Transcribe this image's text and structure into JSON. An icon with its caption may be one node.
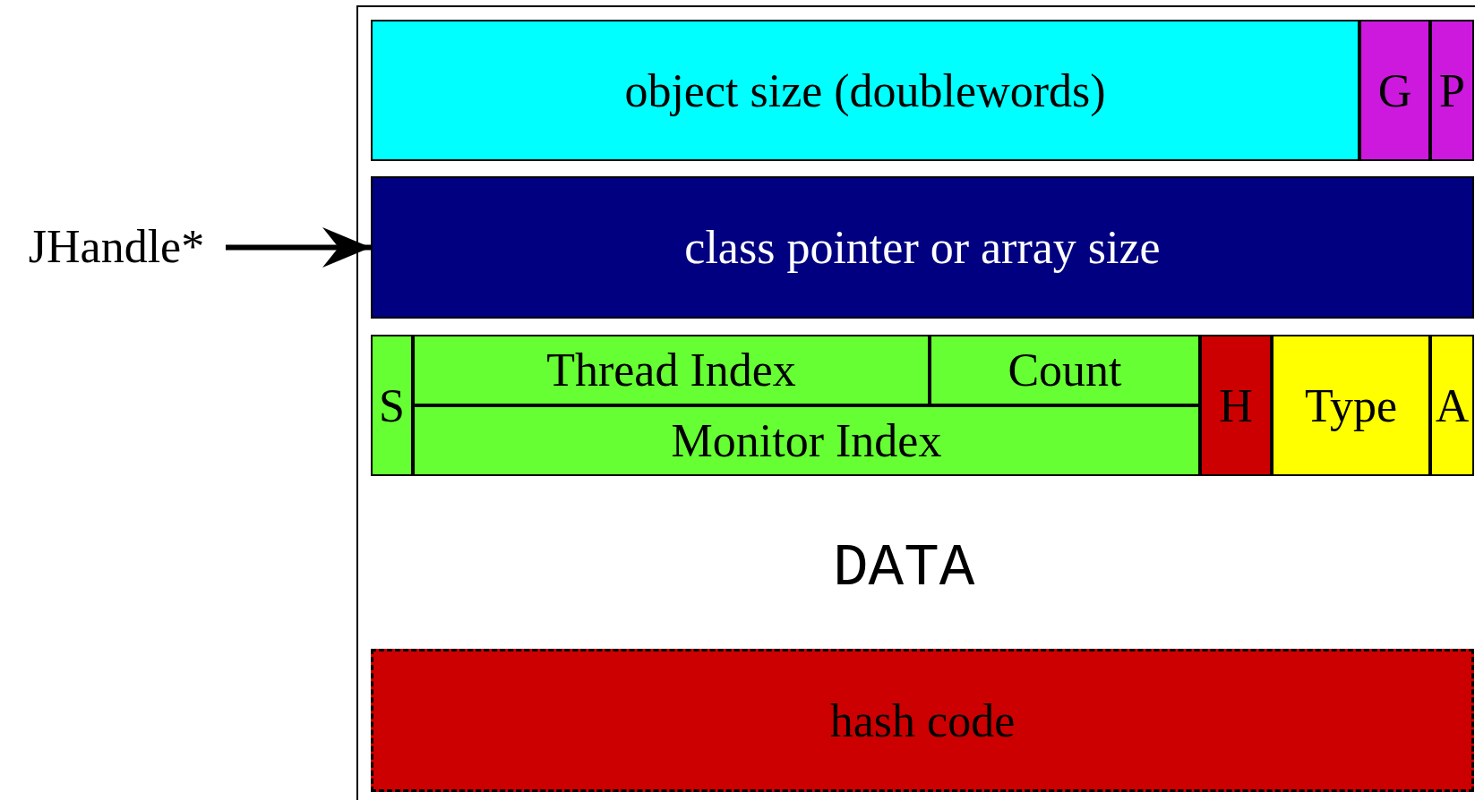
{
  "diagram": {
    "nodes": [
      {
        "text": [],
        "shape": "box"
      },
      {
        "text": [
          "object size (doublewords)"
        ],
        "in": 0
      },
      {
        "text": [
          "G"
        ],
        "in": 0
      },
      {
        "text": [
          "P"
        ],
        "in": 0
      },
      {
        "text": [
          "class pointer or array size"
        ],
        "in": 0
      },
      {
        "text": [
          "S"
        ],
        "in": 0
      },
      {
        "text": [
          "Thread Index"
        ],
        "in": 0
      },
      {
        "text": [
          "Count"
        ],
        "in": 0
      },
      {
        "text": [
          "Monitor Index"
        ],
        "in": 0
      },
      {
        "text": [
          "H"
        ],
        "in": 0
      },
      {
        "text": [
          "Type"
        ],
        "in": 0
      },
      {
        "text": [
          "A"
        ],
        "in": 0
      },
      {
        "text": [
          "hash code"
        ],
        "in": 0
      },
      {
        "text": [
          "JHandle*"
        ]
      }
    ],
    "edges": [
      {
        "from": 13,
        "to": 4,
        "arrow": "to"
      }
    ],
    "labels": [
      "DATA"
    ]
  }
}
